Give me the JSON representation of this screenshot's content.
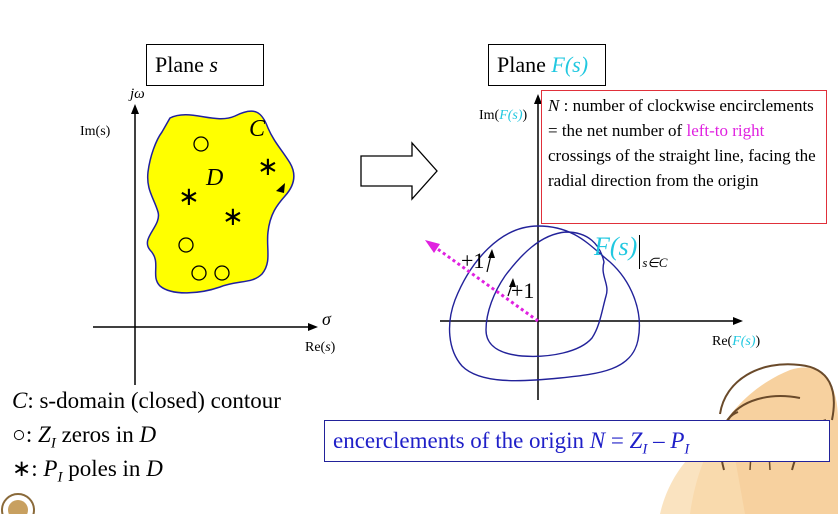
{
  "left_plane": {
    "title_prefix": "Plane ",
    "title_var": "s",
    "jw_label": "jω",
    "im_label": "Im(s)",
    "re_label_prefix": "Re(",
    "re_label_var": "s",
    "re_label_suffix": ")",
    "sigma_label": "σ",
    "contour_label": "C",
    "region_label": "D",
    "region_color": "#ffff00"
  },
  "right_plane": {
    "title_prefix": "Plane ",
    "title_var": "F(s)",
    "im_label_prefix": "Im(",
    "im_label_var": "F(s)",
    "im_label_suffix": ")",
    "re_label_prefix": "Re(",
    "re_label_var": "F(s)",
    "re_label_suffix": ")",
    "curve_label": "F(s)",
    "curve_subscript": "s∈C",
    "crossing_1": "+1",
    "crossing_2": "+1",
    "curve_color": "#22229a",
    "ray_color": "#e021e0"
  },
  "note": {
    "n": "N",
    "part1": " : number of clockwise encirclements = the net number of ",
    "highlight": "left-to right",
    "part2": " crossings of the straight line, facing the radial direction from the origin",
    "border_color": "#e0303a"
  },
  "legend": {
    "line1_sym": "C",
    "line1_text": ": s-domain (closed) contour",
    "line2_sym": "○",
    "line2_text_a": ": ",
    "line2_var": "Z",
    "line2_sub": "I",
    "line2_text_b": " zeros in ",
    "line2_d": "D",
    "line3_sym": "∗",
    "line3_text_a": ": ",
    "line3_var": "P",
    "line3_sub": "I",
    "line3_text_b": " poles in ",
    "line3_d": "D"
  },
  "formula": {
    "text": "encerclements of the origin ",
    "n": "N",
    "eq": " = ",
    "z": "Z",
    "z_sub": "I",
    "minus": " – ",
    "p": "P",
    "p_sub": "I",
    "color": "#2020c8"
  }
}
